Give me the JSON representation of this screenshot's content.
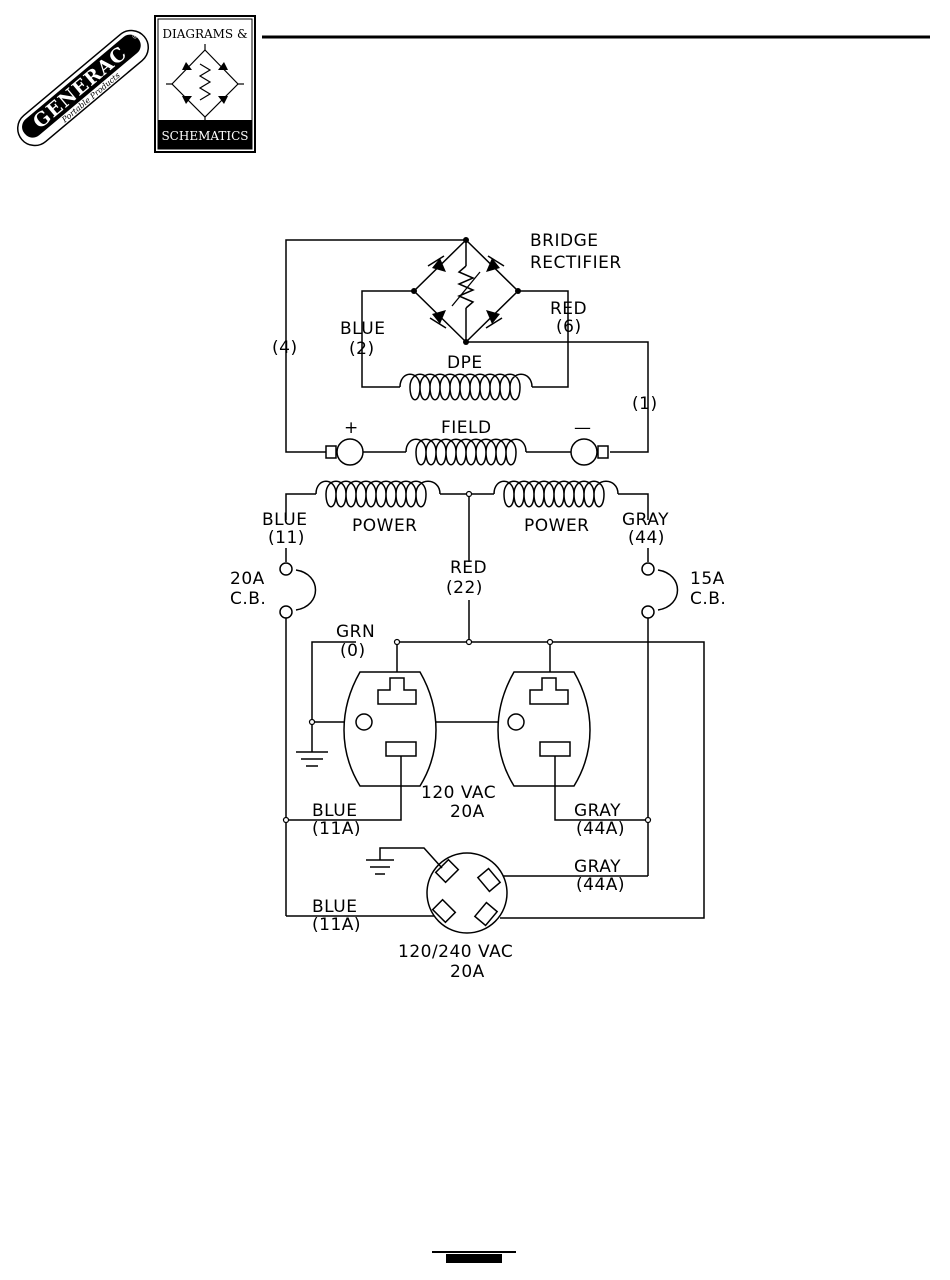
{
  "header": {
    "brand_name": "GENERAC",
    "brand_registered": "®",
    "brand_sub": "Portable Products",
    "section_title_line1": "DIAGRAMS &",
    "section_title_line2": "SCHEMATICS"
  },
  "diagram": {
    "bridge_rectifier_line1": "BRIDGE",
    "bridge_rectifier_line2": "RECTIFIER",
    "wire_4": "(4)",
    "wire_1": "(1)",
    "blue_label": "BLUE",
    "wire_2": "(2)",
    "red_label": "RED",
    "wire_6": "(6)",
    "dpe": "DPE",
    "field": "FIELD",
    "plus": "+",
    "minus": "—",
    "power_left": "POWER",
    "power_right": "POWER",
    "blue_11": "BLUE",
    "wire_11": "(11)",
    "gray_44": "GRAY",
    "wire_44": "(44)",
    "red_22": "RED",
    "wire_22": "(22)",
    "cb_left_rating": "20A",
    "cb_left_type": "C.B.",
    "cb_right_rating": "15A",
    "cb_right_type": "C.B.",
    "grn": "GRN",
    "wire_0": "(0)",
    "duplex_voltage": "120 VAC",
    "duplex_amps": "20A",
    "blue_11a_1": "BLUE",
    "wire_11a_1": "(11A)",
    "gray_44a_1": "GRAY",
    "wire_44a_1": "(44A)",
    "gray_44a_2": "GRAY",
    "wire_44a_2": "(44A)",
    "blue_11a_2": "BLUE",
    "wire_11a_2": "(11A)",
    "twistlock_voltage": "120/240 VAC",
    "twistlock_amps": "20A"
  }
}
